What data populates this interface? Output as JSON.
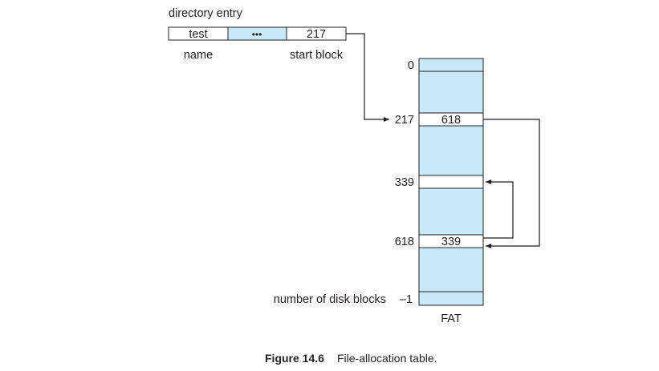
{
  "directory_entry": {
    "title": "directory entry",
    "name_value": "test",
    "ellipsis": "•••",
    "start_value": "217",
    "name_label": "name",
    "start_label": "start block"
  },
  "fat": {
    "label": "FAT",
    "row_labels": {
      "zero": "0",
      "r217": "217",
      "r339": "339",
      "r618": "618",
      "last_prefix": "number of disk blocks",
      "last_suffix": "–1"
    },
    "cell_values": {
      "c217": "618",
      "c618": "339",
      "c339": ""
    }
  },
  "caption": {
    "number": "Figure 14.6",
    "text": "File-allocation table."
  },
  "colors": {
    "fill_blue": "#c8e8f8",
    "stroke": "#231f20"
  }
}
